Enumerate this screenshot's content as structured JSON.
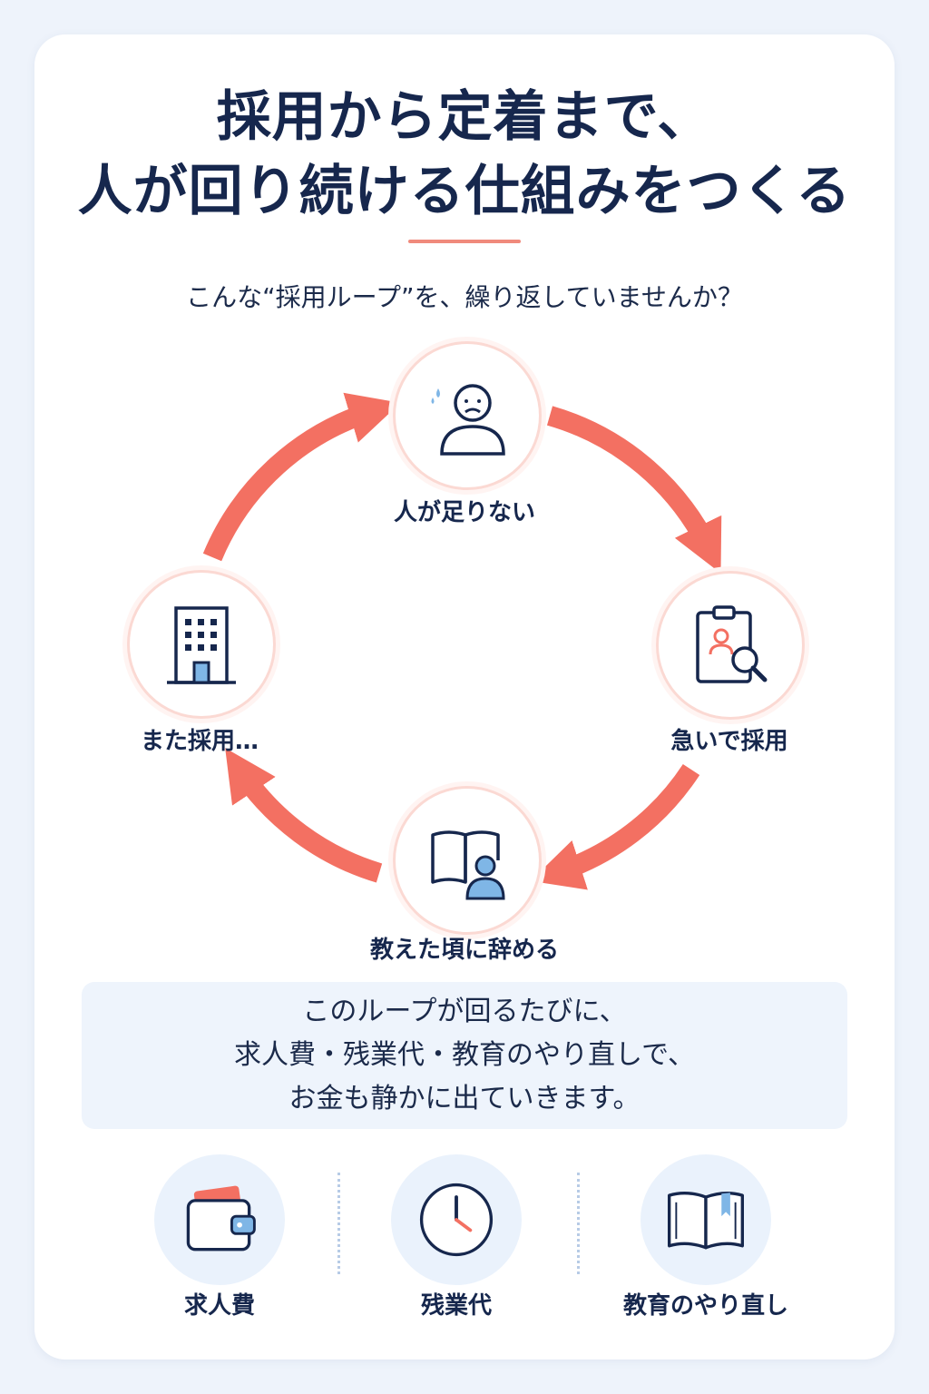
{
  "header": {
    "title_line1": "採用から定着まで、",
    "title_line2": "人が回り続ける仕組みをつくる",
    "subtitle": "こんな“採用ループ”を、繰り返していませんか？"
  },
  "loop": {
    "steps": [
      {
        "label": "人が足りない",
        "icon": "worried-person-icon"
      },
      {
        "label": "急いで採用",
        "icon": "clipboard-search-icon"
      },
      {
        "label": "教えた頃に辞める",
        "icon": "book-person-icon"
      },
      {
        "label": "また採用…",
        "icon": "office-building-icon"
      }
    ],
    "arrow_color": "#f37062"
  },
  "message": {
    "line1": "このループが回るたびに、",
    "line2": "求人費・残業代・教育のやり直しで、",
    "line3": "お金も静かに出ていきます。"
  },
  "costs": [
    {
      "label": "求人費",
      "icon": "wallet-icon"
    },
    {
      "label": "残業代",
      "icon": "clock-icon"
    },
    {
      "label": "教育のやり直し",
      "icon": "open-book-icon"
    }
  ],
  "colors": {
    "navy": "#16274d",
    "accent": "#f37062",
    "light_blue": "#7fb6e6",
    "panel_bg": "#eef4fc"
  }
}
